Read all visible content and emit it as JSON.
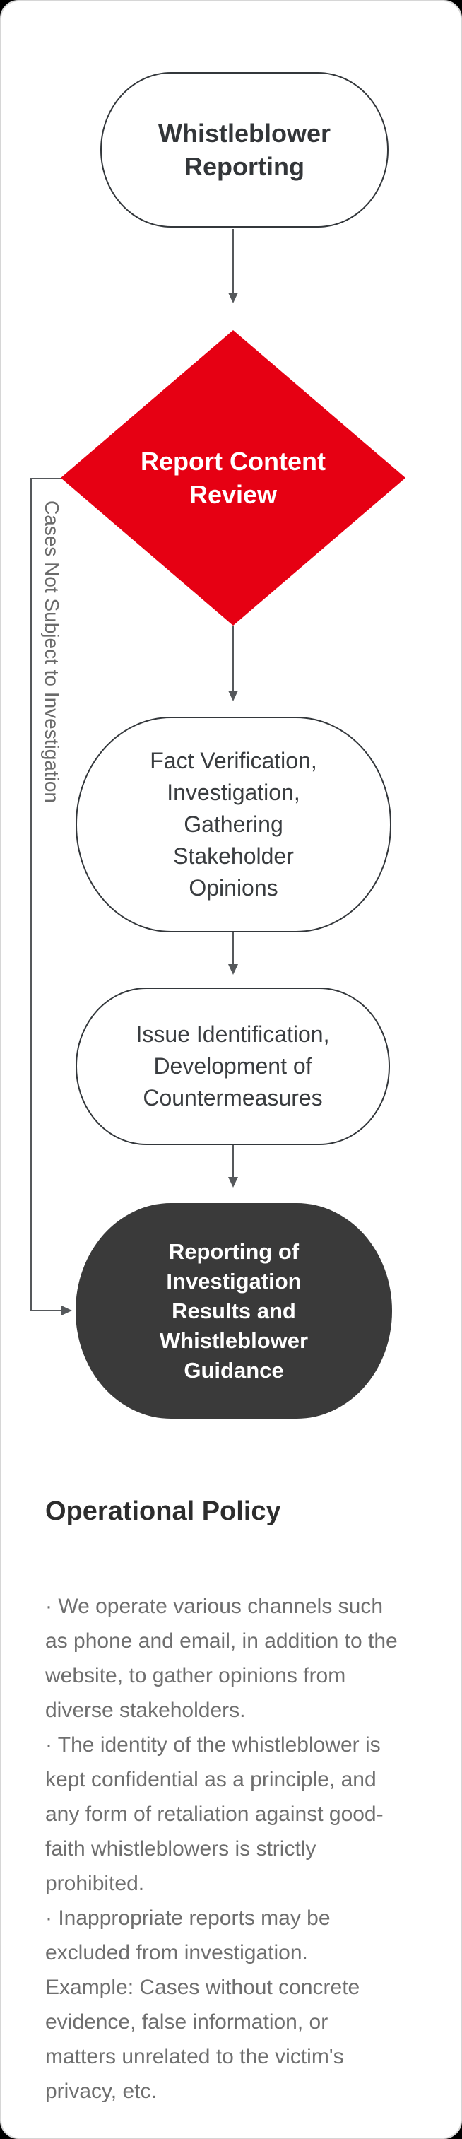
{
  "flow": {
    "nodes": [
      {
        "id": "start",
        "type": "stadium",
        "label": "Whistleblower\nReporting"
      },
      {
        "id": "review",
        "type": "decision-diamond",
        "label": "Report Content\nReview"
      },
      {
        "id": "fact",
        "type": "stadium",
        "label": "Fact Verification,\nInvestigation,\nGathering\nStakeholder\nOpinions"
      },
      {
        "id": "issue",
        "type": "stadium",
        "label": "Issue Identification,\nDevelopment of\nCountermeasures"
      },
      {
        "id": "report",
        "type": "stadium-dark",
        "label": "Reporting of\nInvestigation\nResults and\nWhistleblower\nGuidance"
      }
    ],
    "bypass_label": "Cases Not Subject to Investigation"
  },
  "policy": {
    "title": "Operational Policy",
    "body": "· We operate various channels such\nas phone and email, in addition to the\nwebsite, to gather opinions from\ndiverse stakeholders.\n· The identity of the whistleblower is\nkept confidential as a principle, and\nany form of retaliation against good-\nfaith whistleblowers is strictly\nprohibited.\n· Inappropriate reports may be\nexcluded from investigation.\nExample: Cases without concrete\nevidence, false information, or\nmatters unrelated to the victim's\nprivacy, etc."
  },
  "colors": {
    "accent_red": "#E60013",
    "dark_node": "#3A3A3A",
    "line": "#55585B"
  }
}
